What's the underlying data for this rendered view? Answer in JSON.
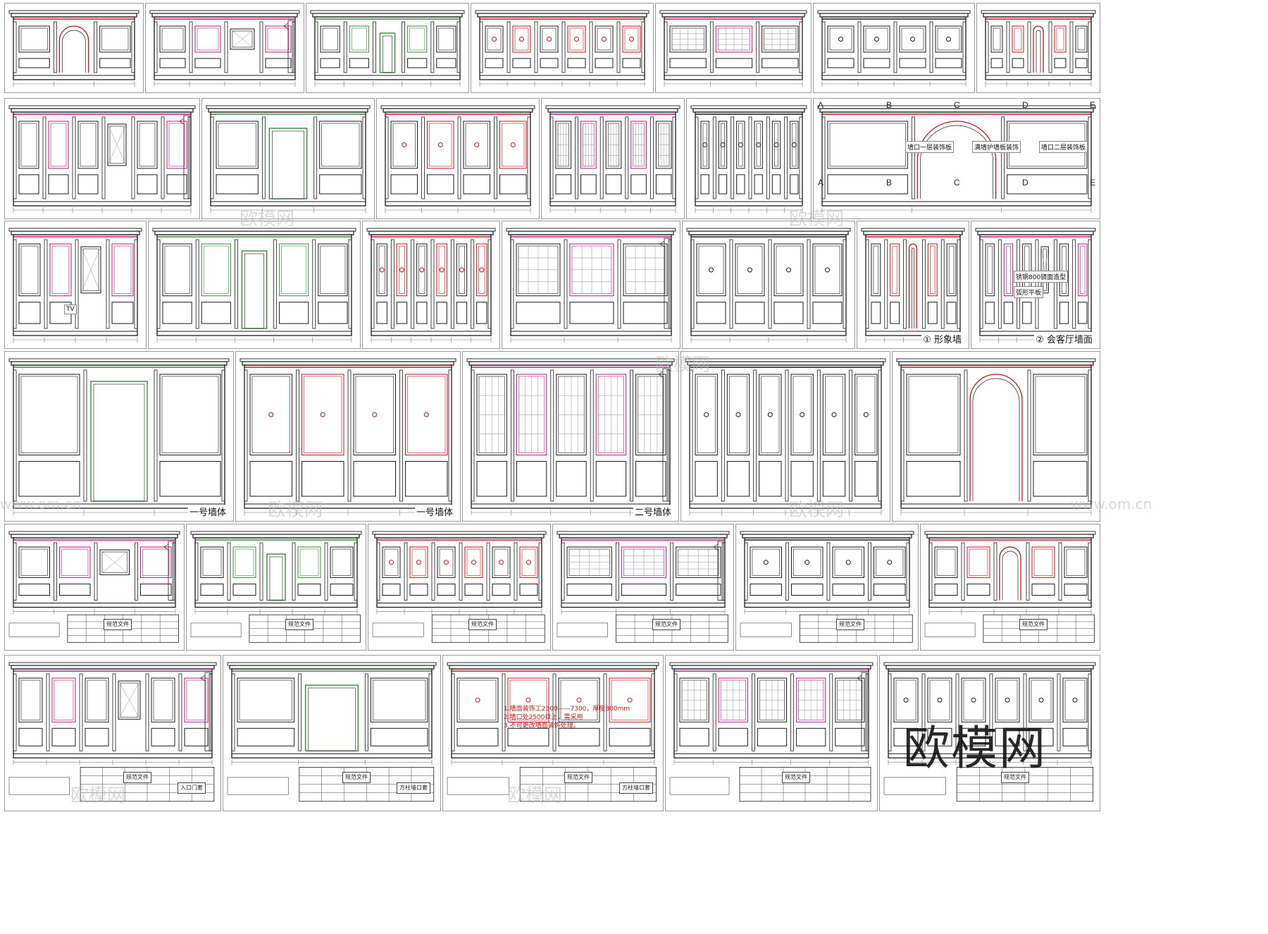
{
  "collection": {
    "watermark": "欧模网",
    "faint_watermark": "欧模网",
    "faint_url": "www.om.cn",
    "colors": {
      "line": "#1a1a1a",
      "red": "#d0101a",
      "pink": "#c0157e",
      "green": "#3b8a3b",
      "gray": "#777777"
    }
  },
  "sheets": [
    {
      "id": "s1"
    },
    {
      "id": "s2"
    },
    {
      "id": "s3"
    },
    {
      "id": "s4"
    },
    {
      "id": "s5"
    },
    {
      "id": "s6"
    },
    {
      "id": "s7"
    },
    {
      "id": "s8"
    },
    {
      "id": "s9"
    },
    {
      "id": "s10"
    },
    {
      "id": "s11"
    },
    {
      "id": "s12"
    },
    {
      "id": "s13"
    },
    {
      "id": "s14",
      "tv_label": "TV"
    },
    {
      "id": "s15"
    },
    {
      "id": "s16"
    },
    {
      "id": "s17"
    },
    {
      "id": "s18"
    },
    {
      "id": "s19",
      "caption": "① 形象墙"
    },
    {
      "id": "s20",
      "caption": "② 会客厅墙面"
    },
    {
      "id": "s21",
      "caption": "一号墙体"
    },
    {
      "id": "s22",
      "caption": "一号墙体"
    },
    {
      "id": "s23",
      "caption": "二号墙体"
    },
    {
      "id": "s24"
    },
    {
      "id": "s25"
    },
    {
      "id": "s26",
      "tb": "规范文件"
    },
    {
      "id": "s27",
      "tb": "规范文件"
    },
    {
      "id": "s28",
      "tb": "规范文件"
    },
    {
      "id": "s29",
      "tb": "规范文件"
    },
    {
      "id": "s30",
      "tb": "规范文件"
    },
    {
      "id": "s31",
      "tb": "规范文件"
    },
    {
      "id": "s32",
      "tb": "规范文件",
      "tb2": "入口门套"
    },
    {
      "id": "s33",
      "tb": "规范文件",
      "tb2": "方柱墙口套"
    },
    {
      "id": "s34",
      "tb": "规范文件",
      "tb2": "方柱墙口套"
    },
    {
      "id": "s35",
      "tb": "规范文件"
    },
    {
      "id": "s36",
      "tb": "规范文件"
    }
  ],
  "axis_labels": [
    "A",
    "B",
    "C",
    "D",
    "E"
  ],
  "s12_tags": [
    "墙口一层装饰板",
    "满墙护墙板装饰",
    "墙口二层装饰板"
  ],
  "s20_inner": [
    "锈钢800镜面造型",
    "弧形平板"
  ],
  "s34_notes": "1.墙面装饰工2300——7300，厚度300mm\n2.墙口处2500以上，需采用\n3.不可更改墙面装饰处理。"
}
